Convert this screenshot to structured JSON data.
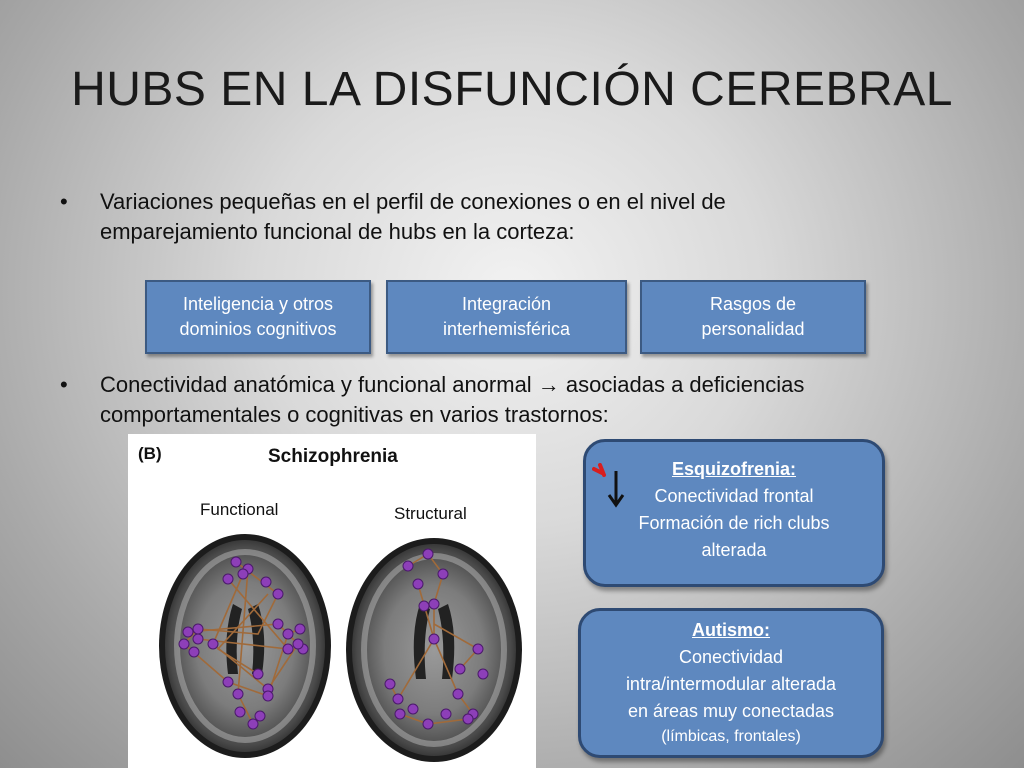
{
  "slide": {
    "title": "HUBS EN LA DISFUNCIÓN CEREBRAL",
    "bullet1": "Variaciones pequeñas en el perfil de conexiones o en el nivel de emparejamiento funcional de hubs en la corteza:",
    "bullet2": "Conectividad anatómica y funcional anormal → asociadas a deficiencias comportamentales o cognitivas en varios trastornos:",
    "bullet_symbol": "•",
    "pills": [
      {
        "l1": "Inteligencia y otros",
        "l2": "dominios cognitivos"
      },
      {
        "l1": "Integración",
        "l2": "interhemisférica"
      },
      {
        "l1": "Rasgos de",
        "l2": "personalidad"
      }
    ],
    "figure": {
      "panel": "(B)",
      "title": "Schizophrenia",
      "left_label": "Functional",
      "right_label": "Structural"
    },
    "callout1": {
      "heading": "Esquizofrenia:",
      "l1": "Conectividad frontal",
      "l2": "Formación de rich clubs",
      "l3": "alterada"
    },
    "callout2": {
      "heading": "Autismo:",
      "l1": "Conectividad",
      "l2": "intra/intermodular alterada",
      "l3": "en áreas muy conectadas",
      "l4": "(límbicas, frontales)"
    },
    "colors": {
      "box_fill": "#5e88bf",
      "box_border": "#2e4a73",
      "node": "#8d3fb8",
      "edge": "#a06a3a"
    }
  }
}
